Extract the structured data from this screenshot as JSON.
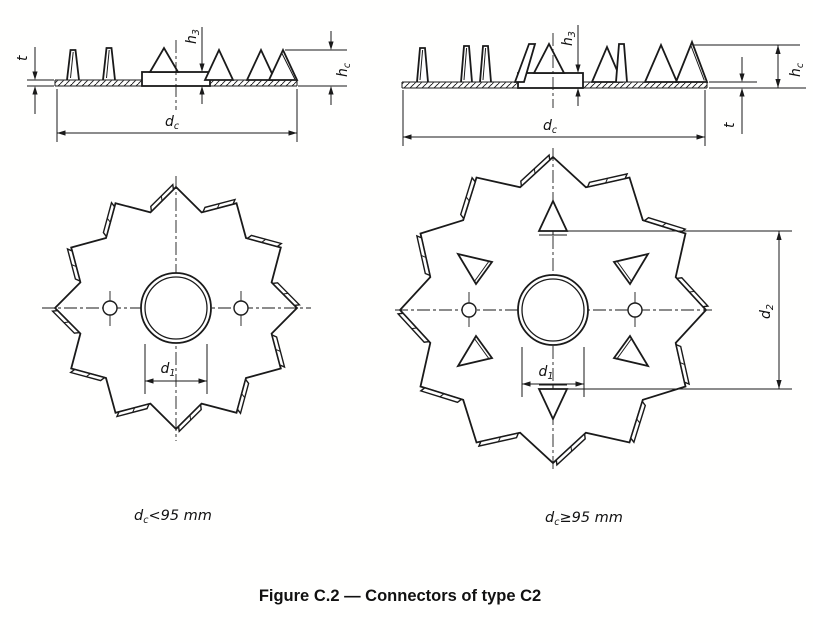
{
  "figure_caption": "Figure C.2 — Connectors of type C2",
  "variant_labels": {
    "left": {
      "symbol_main": "d",
      "symbol_sub": "c",
      "condition": "<95 mm"
    },
    "right": {
      "symbol_main": "d",
      "symbol_sub": "c",
      "condition": "≥95 mm"
    }
  },
  "dimension_labels": {
    "t": {
      "main": "t"
    },
    "h3": {
      "main": "h",
      "sub": "3"
    },
    "hc": {
      "main": "h",
      "sub": "c"
    },
    "dc": {
      "main": "d",
      "sub": "c"
    },
    "d1": {
      "main": "d",
      "sub": "1"
    },
    "d2": {
      "main": "d",
      "sub": "2"
    }
  },
  "line_color": "#1a1a1a",
  "background_color": "#ffffff"
}
